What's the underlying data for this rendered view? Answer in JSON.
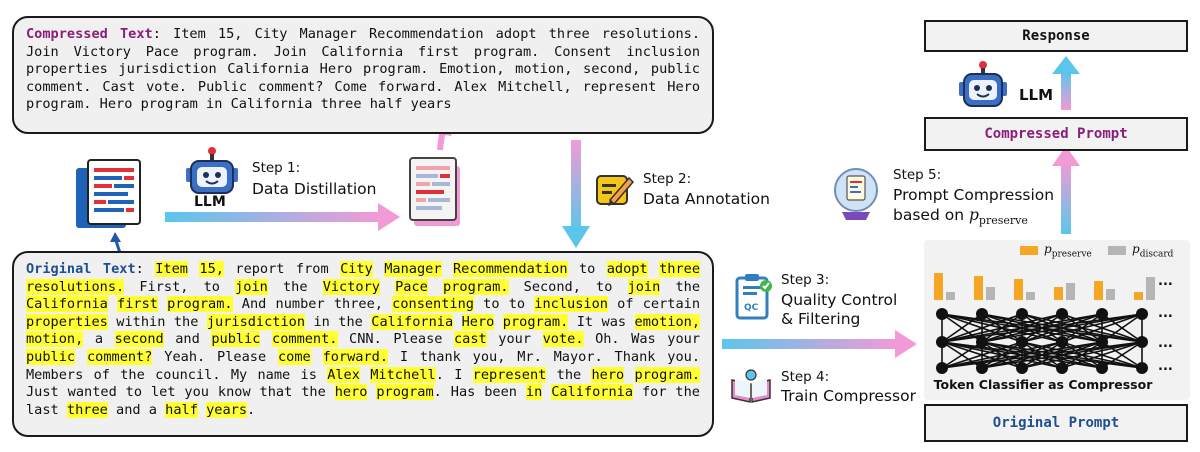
{
  "compressed_box": {
    "label": "Compressed Text",
    "text": "Item 15, City Manager Recommendation adopt three resolutions. Join Victory Pace program. Join California first program. Consent inclusion properties jurisdiction California Hero program. Emotion, motion, second, public comment. Cast vote. Public comment? Come forward. Alex Mitchell, represent Hero program. Hero program in California three half years"
  },
  "original_box": {
    "label": "Original Text",
    "tokens": [
      [
        "Item",
        1
      ],
      [
        " ",
        0
      ],
      [
        "15,",
        1
      ],
      [
        " report from ",
        0
      ],
      [
        "City",
        1
      ],
      [
        " ",
        0
      ],
      [
        "Manager",
        1
      ],
      [
        " ",
        0
      ],
      [
        "Recommendation",
        1
      ],
      [
        " to ",
        0
      ],
      [
        "adopt",
        1
      ],
      [
        " ",
        0
      ],
      [
        "three",
        1
      ],
      [
        " ",
        0
      ],
      [
        "resolutions.",
        1
      ],
      [
        " First, to ",
        0
      ],
      [
        "join",
        1
      ],
      [
        " the ",
        0
      ],
      [
        "Victory",
        1
      ],
      [
        " ",
        0
      ],
      [
        "Pace",
        1
      ],
      [
        " ",
        0
      ],
      [
        "program.",
        1
      ],
      [
        " Second, to ",
        0
      ],
      [
        "join",
        1
      ],
      [
        " the ",
        0
      ],
      [
        "California",
        1
      ],
      [
        " ",
        0
      ],
      [
        "first",
        1
      ],
      [
        " ",
        0
      ],
      [
        "program.",
        1
      ],
      [
        " And number three, ",
        0
      ],
      [
        "consenting",
        1
      ],
      [
        " to to ",
        0
      ],
      [
        "inclusion",
        1
      ],
      [
        " of certain ",
        0
      ],
      [
        "properties",
        1
      ],
      [
        " within the ",
        0
      ],
      [
        "jurisdiction",
        1
      ],
      [
        " in the ",
        0
      ],
      [
        "California",
        1
      ],
      [
        " ",
        0
      ],
      [
        "Hero",
        1
      ],
      [
        " ",
        0
      ],
      [
        "program.",
        1
      ],
      [
        " It was ",
        0
      ],
      [
        "emotion,",
        1
      ],
      [
        " ",
        0
      ],
      [
        "motion,",
        1
      ],
      [
        " a ",
        0
      ],
      [
        "second",
        1
      ],
      [
        " and ",
        0
      ],
      [
        "public",
        1
      ],
      [
        " ",
        0
      ],
      [
        "comment.",
        1
      ],
      [
        " CNN. Please ",
        0
      ],
      [
        "cast",
        1
      ],
      [
        " your ",
        0
      ],
      [
        "vote.",
        1
      ],
      [
        " Oh. Was your ",
        0
      ],
      [
        "public",
        1
      ],
      [
        " ",
        0
      ],
      [
        "comment?",
        1
      ],
      [
        " Yeah. Please ",
        0
      ],
      [
        "come",
        1
      ],
      [
        " ",
        0
      ],
      [
        "forward.",
        1
      ],
      [
        " I thank you, Mr. Mayor. Thank you. Members of the council. My name is ",
        0
      ],
      [
        "Alex",
        1
      ],
      [
        " ",
        0
      ],
      [
        "Mitchell",
        1
      ],
      [
        ". I ",
        0
      ],
      [
        "represent",
        1
      ],
      [
        " the ",
        0
      ],
      [
        "hero",
        1
      ],
      [
        " ",
        0
      ],
      [
        "program.",
        1
      ],
      [
        " Just wanted to let you know that the ",
        0
      ],
      [
        "hero",
        1
      ],
      [
        " ",
        0
      ],
      [
        "program",
        1
      ],
      [
        ". Has been ",
        0
      ],
      [
        "in",
        1
      ],
      [
        " ",
        0
      ],
      [
        "California",
        1
      ],
      [
        " for the last ",
        0
      ],
      [
        "three",
        1
      ],
      [
        " and a ",
        0
      ],
      [
        "half",
        1
      ],
      [
        " ",
        0
      ],
      [
        "years",
        1
      ],
      [
        ".",
        0
      ]
    ]
  },
  "steps": {
    "step1": {
      "title": "Step 1:",
      "name": "Data Distillation",
      "llm": "LLM"
    },
    "step2": {
      "title": "Step 2:",
      "name": "Data Annotation"
    },
    "step3": {
      "title": "Step 3:",
      "name_line1": "Quality Control",
      "name_line2": "& Filtering",
      "icon_text": "QC"
    },
    "step4": {
      "title": "Step 4:",
      "name": "Train Compressor"
    },
    "step5": {
      "title": "Step 5:",
      "name_line1": "Prompt Compression",
      "name_line2": "based on",
      "var": "p",
      "sub": "preserve"
    }
  },
  "right_panel": {
    "response": "Response",
    "llm": "LLM",
    "compressed_prompt": "Compressed Prompt",
    "original_prompt": "Original Prompt",
    "classifier_caption": "Token Classifier as Compressor",
    "legend": [
      {
        "var": "p",
        "sub": "preserve",
        "color": "#f5a623"
      },
      {
        "var": "p",
        "sub": "discard",
        "color": "#b5b5b5"
      }
    ],
    "bar_pairs": [
      [
        0.72,
        0.22
      ],
      [
        0.62,
        0.35
      ],
      [
        0.55,
        0.22
      ],
      [
        0.35,
        0.45
      ],
      [
        0.5,
        0.3
      ],
      [
        0.2,
        0.6
      ]
    ],
    "ellipsis": "..."
  },
  "colors": {
    "highlight": "#ffff33",
    "purple_title": "#8a1d7a",
    "blue_title": "#1f4f8f",
    "preserve": "#f5a623",
    "discard": "#b5b5b5"
  }
}
